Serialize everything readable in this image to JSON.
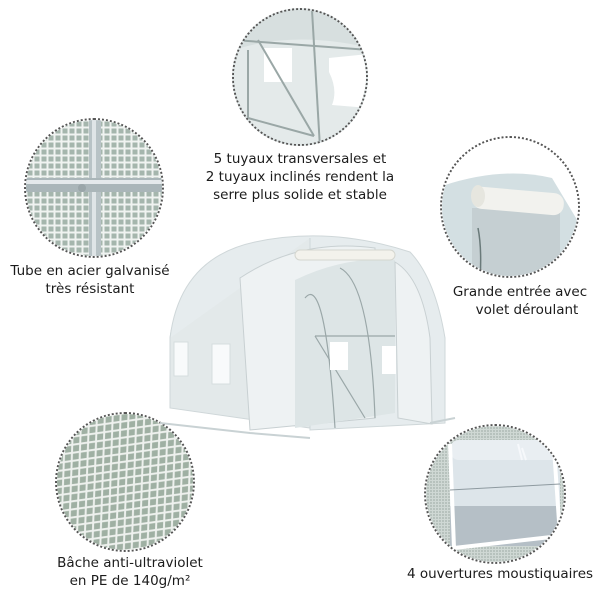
{
  "features": [
    {
      "id": "pipes",
      "caption_lines": [
        "5 tuyaux transversales et",
        "2 tuyaux inclinés rendent la",
        "serre plus solide et stable"
      ],
      "icon": "frame-pipes-closeup"
    },
    {
      "id": "steel-tube",
      "caption_lines": [
        "Tube en acier galvanisé",
        "très résistant"
      ],
      "icon": "steel-tube-joint-closeup"
    },
    {
      "id": "entrance",
      "caption_lines": [
        "Grande entrée avec",
        "volet déroulant"
      ],
      "icon": "roll-up-door-closeup"
    },
    {
      "id": "cover",
      "caption_lines": [
        "Bâche anti-ultraviolet",
        "en PE de 140g/m²"
      ],
      "icon": "pe-mesh-cover-closeup"
    },
    {
      "id": "windows",
      "caption_lines": [
        "4 ouvertures moustiquaires"
      ],
      "icon": "mosquito-net-window-closeup"
    }
  ],
  "product": {
    "icon": "polytunnel-greenhouse",
    "color": "#e6ecee"
  },
  "colors": {
    "mesh_bg": "#9fb0a3",
    "mesh_line": "#f2f4f2",
    "cover": "#dfe6e8",
    "dots": "#555555"
  }
}
